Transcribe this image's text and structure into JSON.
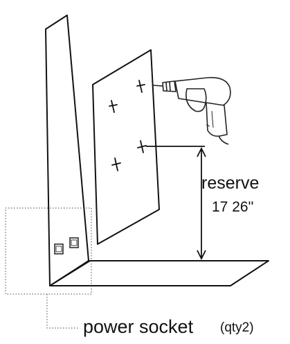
{
  "labels": {
    "reserve": "reserve",
    "reserve_value": "17  26''",
    "power_socket": "power socket",
    "qty": "(qty2)"
  },
  "colors": {
    "line": "#111111",
    "background": "#ffffff",
    "drill": "#222222"
  },
  "icons": [
    "drill-icon",
    "power-socket-icon",
    "screw-mark-icon"
  ]
}
